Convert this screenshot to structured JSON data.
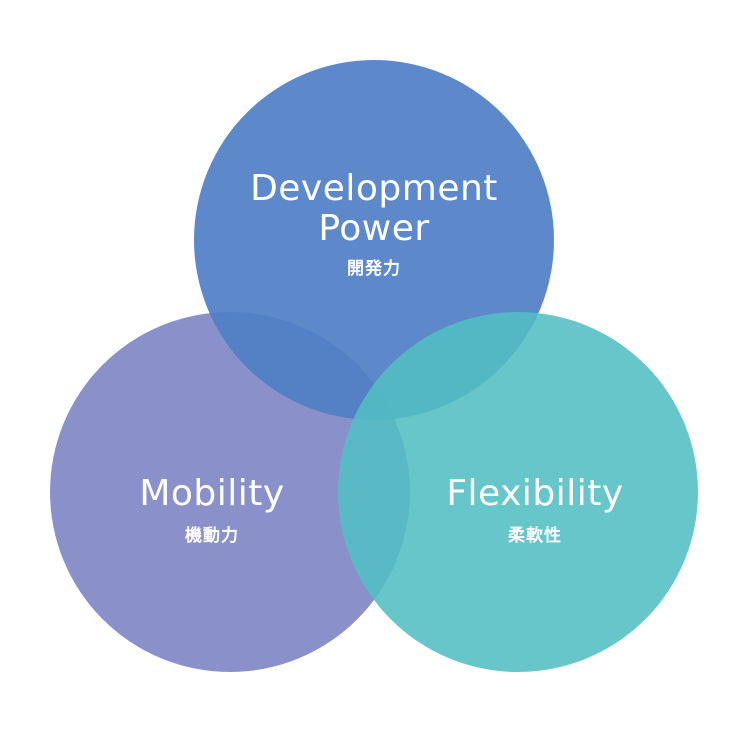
{
  "diagram": {
    "type": "venn",
    "circles": [
      {
        "id": "development",
        "title_lines": [
          "Development",
          "Power"
        ],
        "subtitle": "開発力",
        "color": "#4f7fc6",
        "opacity": 0.95
      },
      {
        "id": "mobility",
        "title_lines": [
          "Mobility"
        ],
        "subtitle": "機動力",
        "color": "#8088c6",
        "opacity": 0.9
      },
      {
        "id": "flexibility",
        "title_lines": [
          "Flexibility"
        ],
        "subtitle": "柔軟性",
        "color": "#52bec3",
        "opacity": 0.88
      }
    ]
  }
}
